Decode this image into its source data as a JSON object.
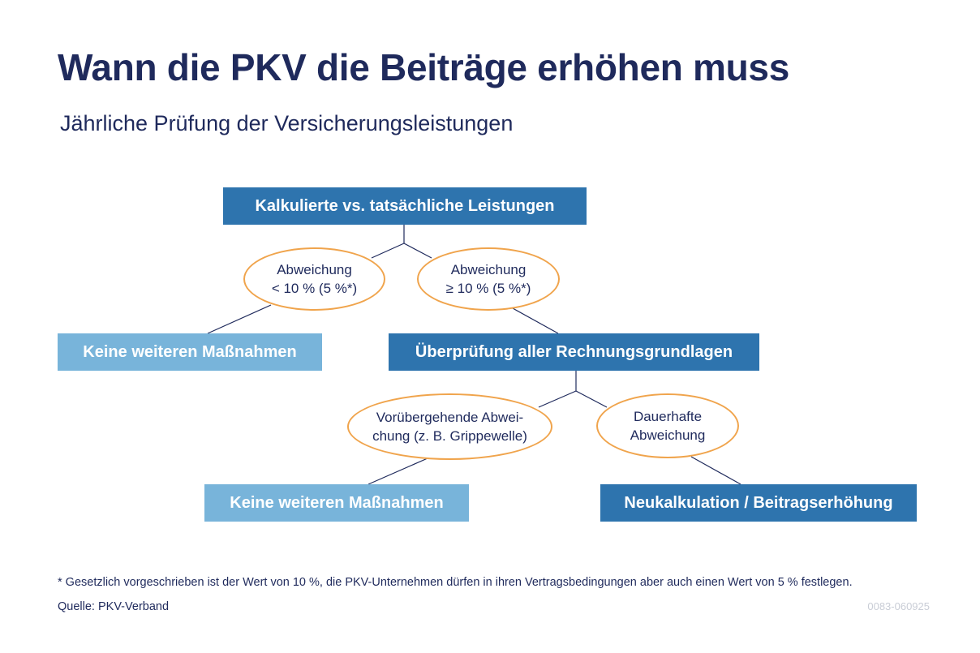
{
  "header": {
    "title": "Wann die PKV die Beiträge erhöhen muss",
    "subtitle": "Jährliche Prüfung der Versicherungsleistungen"
  },
  "diagram": {
    "root": "Kalkulierte vs. tatsächliche Leistungen",
    "branch_left": {
      "line1": "Abweichung",
      "line2": "< 10 % (5 %*)"
    },
    "branch_right": {
      "line1": "Abweichung",
      "line2": "≥ 10 % (5 %*)"
    },
    "outcome_no_action_1": "Keine weiteren Maßnahmen",
    "review": "Überprüfung aller Rechnungsgrundlagen",
    "temporary": {
      "line1": "Vorübergehende Abwei-",
      "line2": "chung (z. B. Grippewelle)"
    },
    "permanent": {
      "line1": "Dauerhafte",
      "line2": "Abweichung"
    },
    "outcome_no_action_2": "Keine weiteren Maßnahmen",
    "outcome_recalc": "Neukalkulation / Beitragserhöhung"
  },
  "colors": {
    "title": "#1f2a5c",
    "box_dark": "#2e74ae",
    "box_light": "#78b4da",
    "ellipse_border": "#f0a44c"
  },
  "footer": {
    "footnote": "* Gesetzlich vorgeschrieben ist der Wert von 10 %, die PKV-Unternehmen dürfen in ihren Vertragsbedingungen aber auch einen Wert von 5 % festlegen.",
    "source": "Quelle: PKV-Verband",
    "code": "0083-060925"
  }
}
